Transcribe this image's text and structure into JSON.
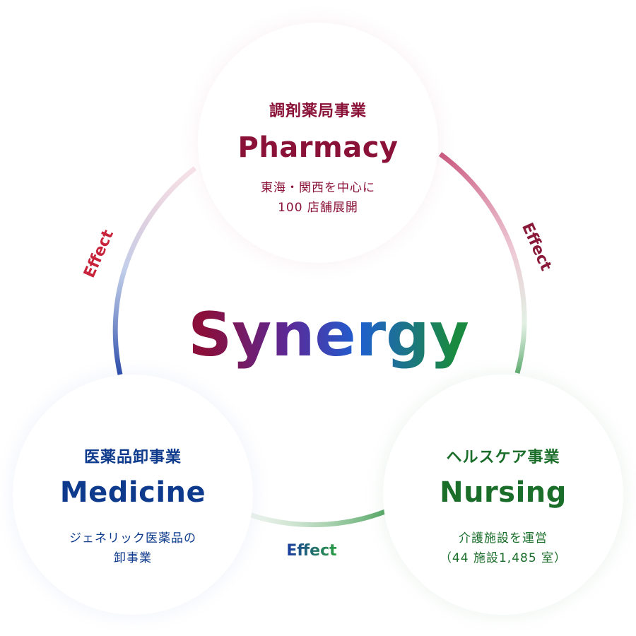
{
  "center": {
    "label": "Synergy",
    "colors": [
      "#8a0f3a",
      "#5a2a9a",
      "#1f5fd0",
      "#1a8a40"
    ]
  },
  "nodes": {
    "pharmacy": {
      "jp_title": "調剤薬局事業",
      "en_title": "Pharmacy",
      "desc_lines": [
        "東海・関西を中心に",
        "100 店舗展開"
      ],
      "color": "#8a1238"
    },
    "medicine": {
      "jp_title": "医薬品卸事業",
      "en_title": "Medicine",
      "desc_lines": [
        "ジェネリック医薬品の",
        "卸事業"
      ],
      "color": "#0d3a8c"
    },
    "nursing": {
      "jp_title": "ヘルスケア事業",
      "en_title": "Nursing",
      "desc_lines": [
        "介護施設を運営",
        "（44 施設1,485 室）"
      ],
      "color": "#1a6e2a"
    }
  },
  "links": {
    "left": {
      "label": "Effect",
      "from_color": "#c0233a",
      "to_color": "#2a3aa0"
    },
    "right": {
      "label": "Effect",
      "from_color": "#8a1a3a",
      "to_color": "#2aa040"
    },
    "bottom": {
      "label": "Effect",
      "from_color": "#1a3aa0",
      "to_color": "#2aa040"
    }
  }
}
